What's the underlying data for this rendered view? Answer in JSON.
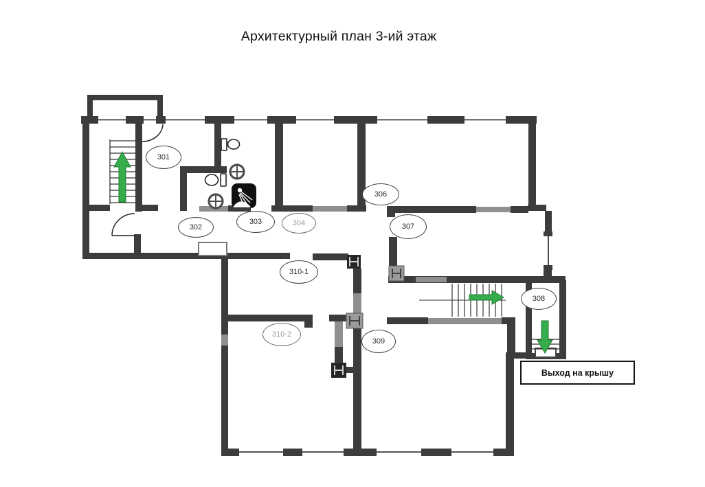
{
  "title": "Архитектурный план 3-ий этаж",
  "floor": {
    "rooms": [
      {
        "id": "301",
        "label": "301",
        "muted": false
      },
      {
        "id": "302",
        "label": "302",
        "muted": false
      },
      {
        "id": "303",
        "label": "303",
        "muted": false
      },
      {
        "id": "304",
        "label": "304",
        "muted": true
      },
      {
        "id": "306",
        "label": "306",
        "muted": false
      },
      {
        "id": "307",
        "label": "307",
        "muted": false
      },
      {
        "id": "308",
        "label": "308",
        "muted": false
      },
      {
        "id": "309",
        "label": "309",
        "muted": false
      },
      {
        "id": "310-1",
        "label": "310-1",
        "muted": false
      },
      {
        "id": "310-2",
        "label": "310-2",
        "muted": true
      }
    ],
    "exit_label": "Выход на крышу",
    "stair_arrows": [
      {
        "location": "northwest-stairwell",
        "direction": "up"
      },
      {
        "location": "east-stairwell",
        "direction": "right"
      },
      {
        "location": "roof-exit-stairwell",
        "direction": "down"
      }
    ],
    "colors": {
      "arrow_green": "#35ad4c",
      "arrow_green_edge": "#1f7a35",
      "wall_dark": "#3c3c3c",
      "wall_light": "#8f8f8f"
    }
  }
}
